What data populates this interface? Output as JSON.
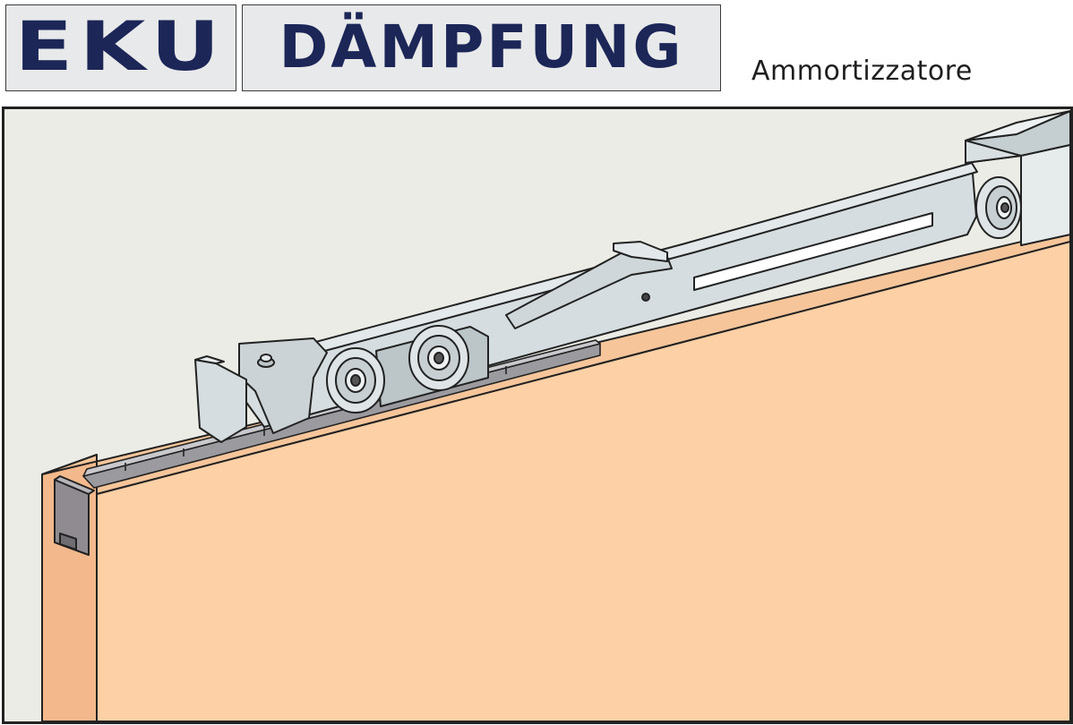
{
  "header": {
    "logo_text": "EKU",
    "title": "DÄMPFUNG",
    "subtitle": "Ammortizzatore"
  },
  "colors": {
    "brand_navy": "#1c2657",
    "panel_background": "#e8e9ea",
    "wall": "#ecece6",
    "door_face": "#fdd0a6",
    "door_edge": "#f3b98c",
    "metal": "#d5dde0",
    "outline": "#222222"
  },
  "illustration": {
    "subject": "sliding-door-soft-close-damper",
    "icons": [
      "logo-icon",
      "damper-mechanism-icon",
      "roller-wheel-icon",
      "rail-track-icon",
      "door-panel-icon",
      "end-stop-icon"
    ]
  }
}
